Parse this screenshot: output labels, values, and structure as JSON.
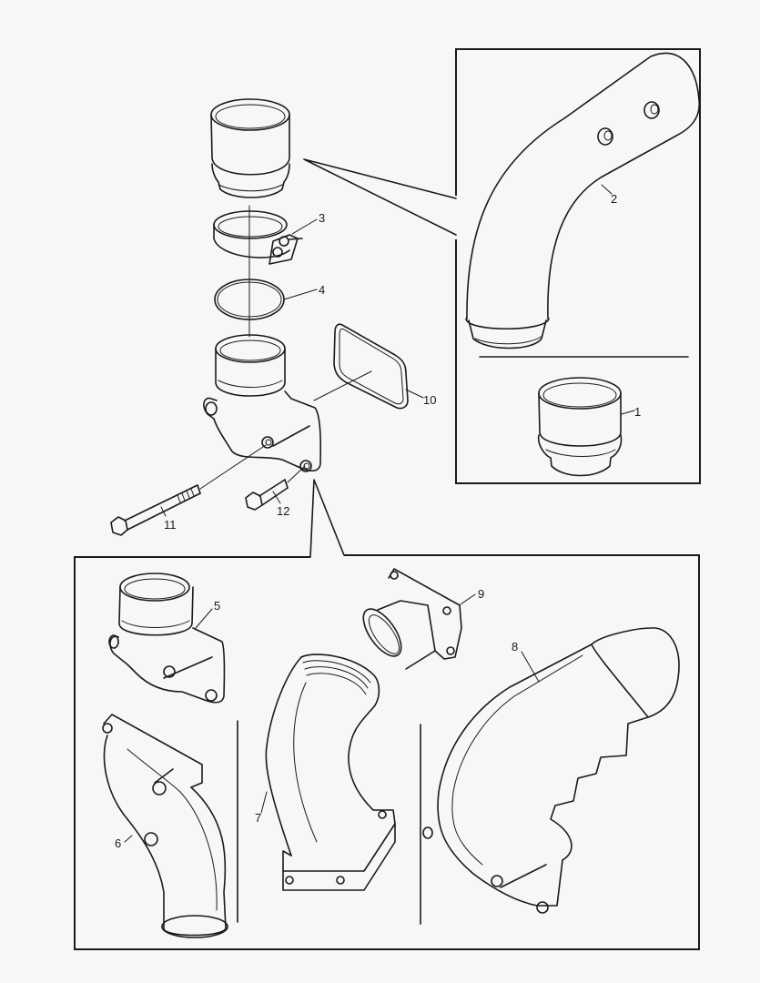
{
  "diagram": {
    "type": "exploded-parts-illustration",
    "background": "#f7f7f7",
    "line_color": "#1a1a1a",
    "callouts": [
      {
        "id": "1",
        "label": "1",
        "part": "short sleeve / hose adapter"
      },
      {
        "id": "2",
        "label": "2",
        "part": "bent tube with two studs"
      },
      {
        "id": "3",
        "label": "3",
        "part": "V-band clamp"
      },
      {
        "id": "4",
        "label": "4",
        "part": "O-ring"
      },
      {
        "id": "5",
        "label": "5",
        "part": "elbow housing"
      },
      {
        "id": "6",
        "label": "6",
        "part": "elbow with flange"
      },
      {
        "id": "7",
        "label": "7",
        "part": "curved duct with ribbed end"
      },
      {
        "id": "8",
        "label": "8",
        "part": "large manifold housing"
      },
      {
        "id": "9",
        "label": "9",
        "part": "flanged adapter"
      },
      {
        "id": "10",
        "label": "10",
        "part": "gasket"
      },
      {
        "id": "11",
        "label": "11",
        "part": "long bolt"
      },
      {
        "id": "12",
        "label": "12",
        "part": "short bolt"
      }
    ],
    "insets": [
      {
        "name": "upper-right-inset",
        "contains": [
          "2",
          "1"
        ]
      },
      {
        "name": "lower-inset",
        "contains": [
          "5",
          "6",
          "7",
          "8",
          "9"
        ]
      }
    ]
  }
}
